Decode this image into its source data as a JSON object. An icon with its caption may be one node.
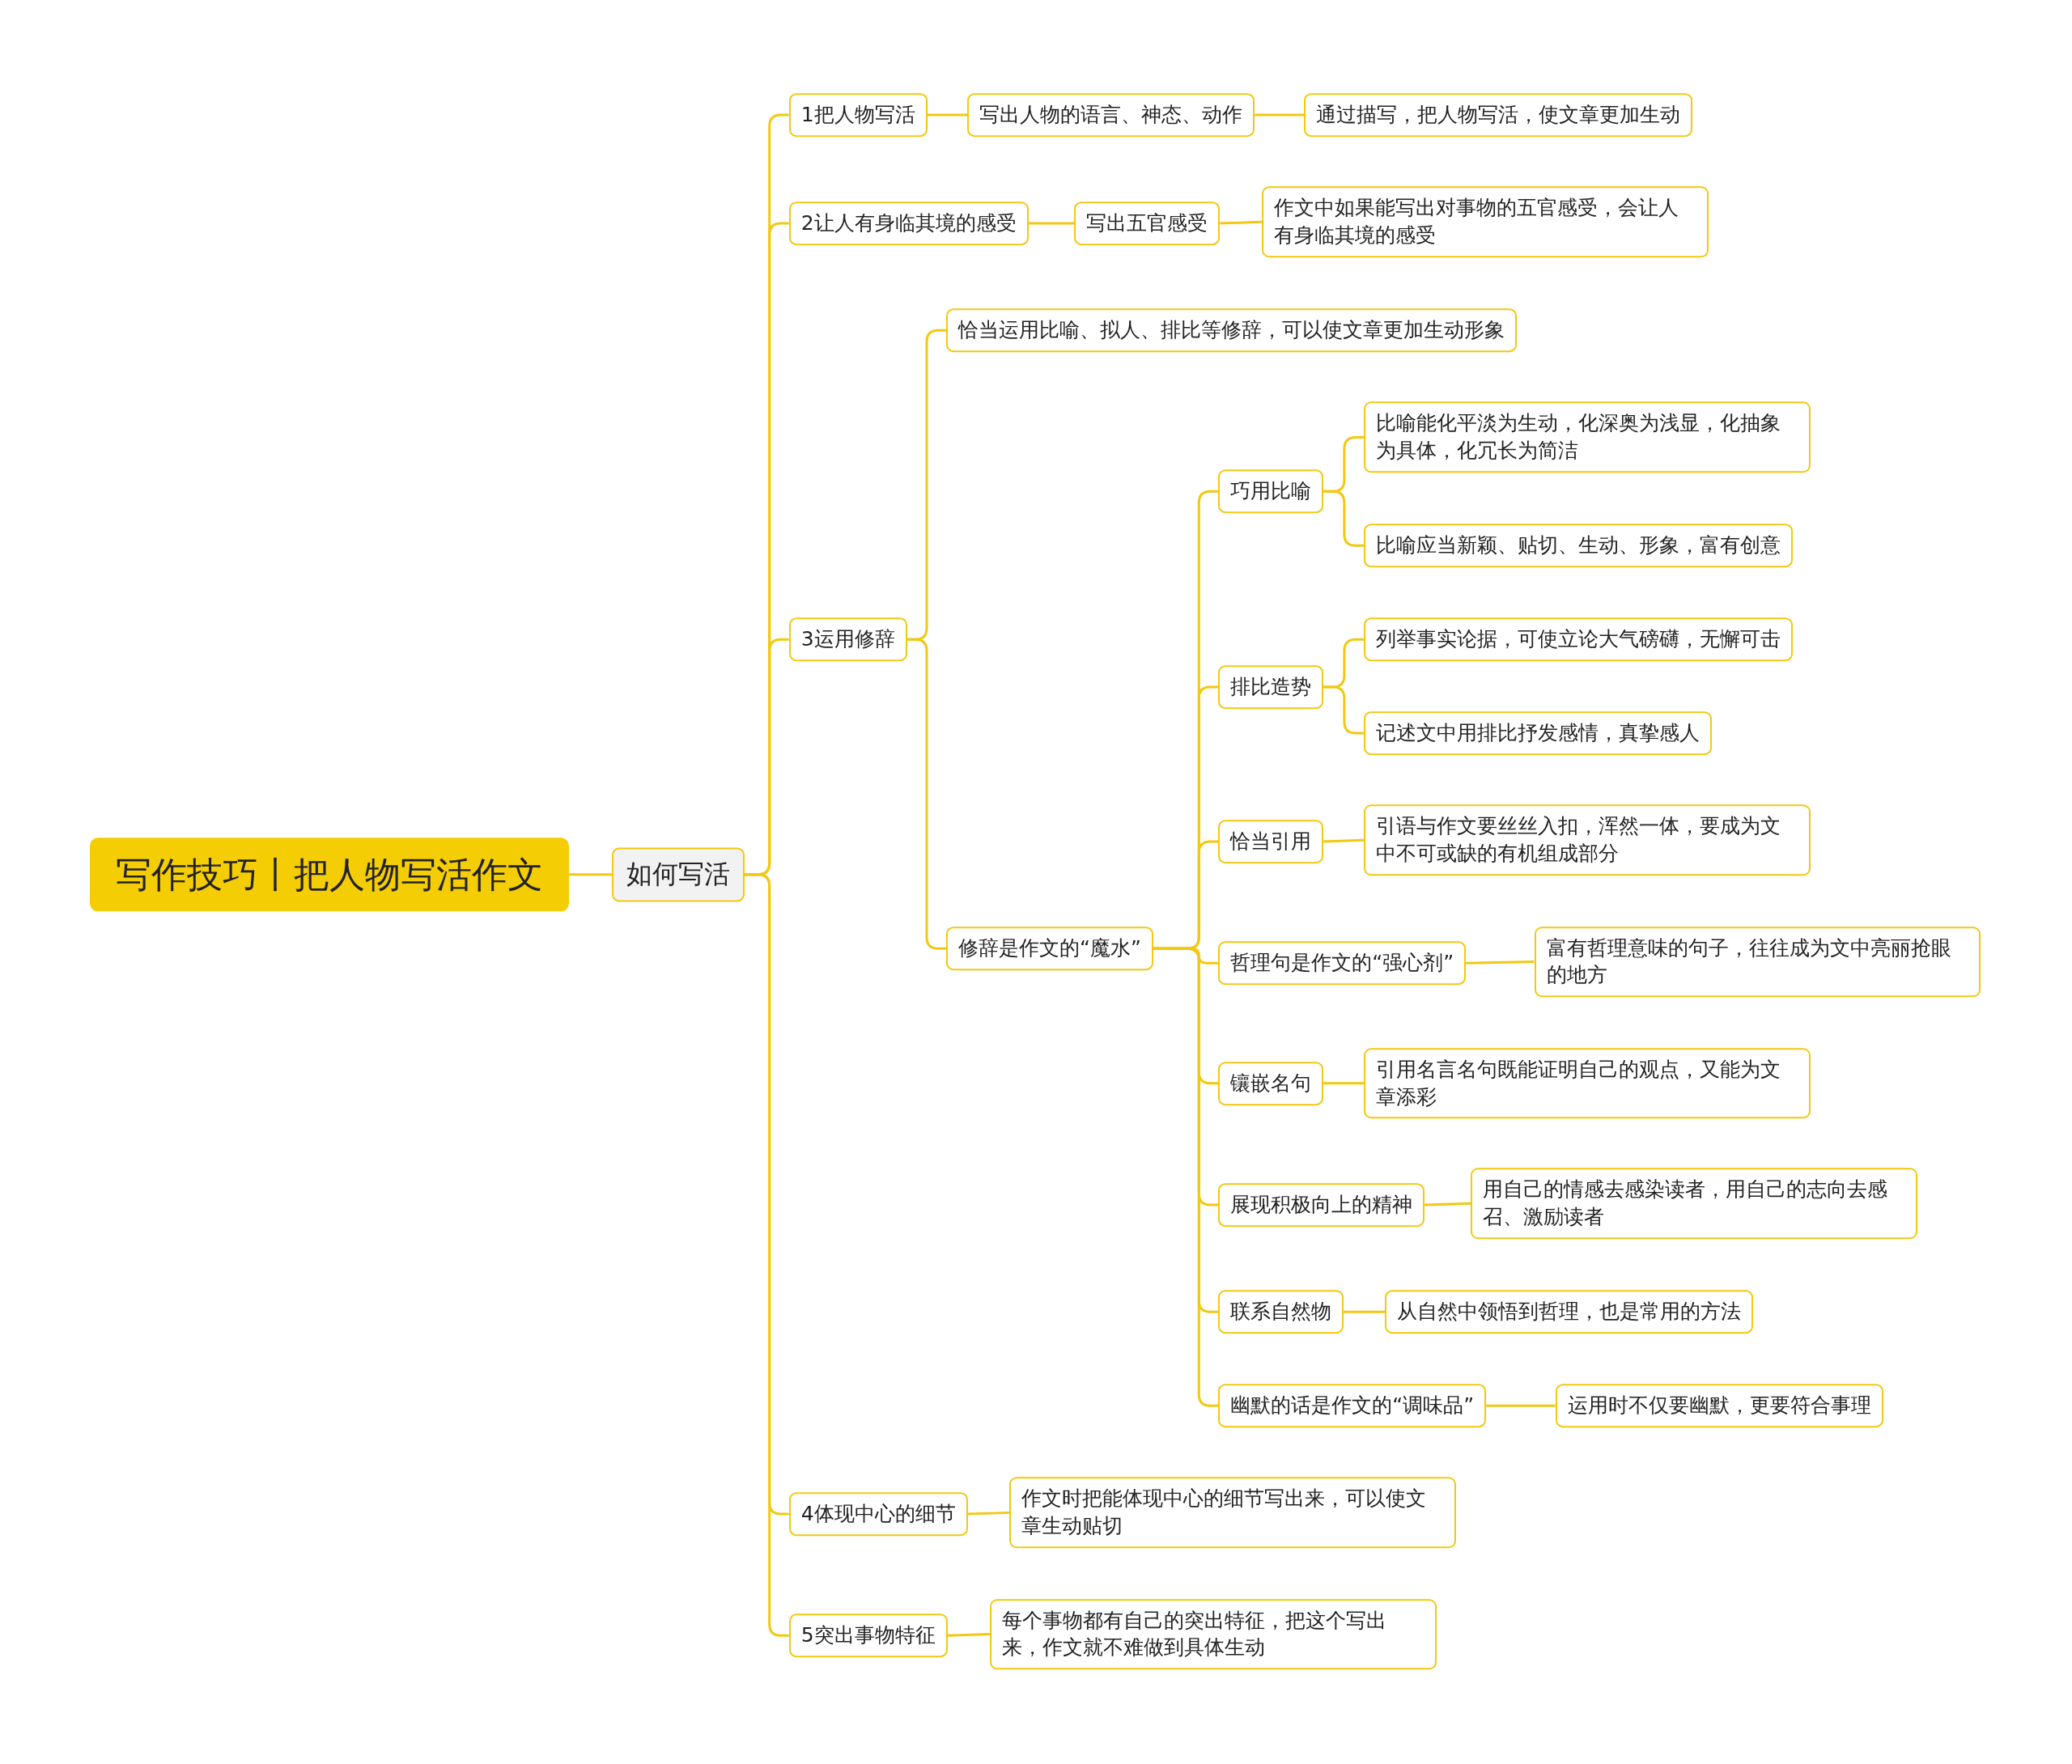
{
  "diagram": {
    "nodes": [
      {
        "text": [
          "写作技巧丨把人物写活作文"
        ]
      },
      {
        "text": [
          "如何写活"
        ]
      },
      {
        "text": [
          "1把人物写活"
        ]
      },
      {
        "text": [
          "写出人物的语言、神态、动作"
        ]
      },
      {
        "text": [
          "通过描写，把人物写活，使文章更加生动"
        ]
      },
      {
        "text": [
          "2让人有身临其境的感受"
        ]
      },
      {
        "text": [
          "写出五官感受"
        ]
      },
      {
        "text": [
          "作文中如果能写出对事物的五官感受，会让人有身临其境的感受"
        ]
      },
      {
        "text": [
          "3运用修辞"
        ]
      },
      {
        "text": [
          "恰当运用比喻、拟人、排比等修辞，可以使文章更加生动形象"
        ]
      },
      {
        "text": [
          "修辞是作文的“魔水”"
        ]
      },
      {
        "text": [
          "巧用比喻"
        ]
      },
      {
        "text": [
          "比喻能化平淡为生动，化深奥为浅显，化抽象为具体，化冗长为简洁"
        ]
      },
      {
        "text": [
          "比喻应当新颖、贴切、生动、形象，富有创意"
        ]
      },
      {
        "text": [
          "排比造势"
        ]
      },
      {
        "text": [
          "列举事实论据，可使立论大气磅礴，无懈可击"
        ]
      },
      {
        "text": [
          "记述文中用排比抒发感情，真挚感人"
        ]
      },
      {
        "text": [
          "恰当引用"
        ]
      },
      {
        "text": [
          "引语与作文要丝丝入扣，浑然一体，要成为文中不可或缺的有机组成部分"
        ]
      },
      {
        "text": [
          "哲理句是作文的“强心剂”"
        ]
      },
      {
        "text": [
          "富有哲理意味的句子，往往成为文中亮丽抢眼的地方"
        ]
      },
      {
        "text": [
          "镶嵌名句"
        ]
      },
      {
        "text": [
          "引用名言名句既能证明自己的观点，又能为文章添彩"
        ]
      },
      {
        "text": [
          "展现积极向上的精神"
        ]
      },
      {
        "text": [
          "用自己的情感去感染读者，用自己的志向去感召、激励读者"
        ]
      },
      {
        "text": [
          "联系自然物"
        ]
      },
      {
        "text": [
          "从自然中领悟到哲理，也是常用的方法"
        ]
      },
      {
        "text": [
          "幽默的话是作文的“调味品”"
        ]
      },
      {
        "text": [
          "运用时不仅要幽默，更要符合事理"
        ]
      },
      {
        "text": [
          "4体现中心的细节"
        ]
      },
      {
        "text": [
          "作文时把能体现中心的细节写出来，可以使文章生动贴切"
        ]
      },
      {
        "text": [
          "5突出事物特征"
        ]
      },
      {
        "text": [
          "每个事物都有自己的突出特征，把这个写出来，作文就不难做到具体生动"
        ]
      }
    ],
    "edges": [
      {
        "from": 0,
        "to": 1,
        "arrow": "none"
      },
      {
        "from": 1,
        "to": 2,
        "arrow": "none"
      },
      {
        "from": 1,
        "to": 5,
        "arrow": "none"
      },
      {
        "from": 1,
        "to": 8,
        "arrow": "none"
      },
      {
        "from": 1,
        "to": 29,
        "arrow": "none"
      },
      {
        "from": 1,
        "to": 31,
        "arrow": "none"
      },
      {
        "from": 2,
        "to": 3,
        "arrow": "none"
      },
      {
        "from": 3,
        "to": 4,
        "arrow": "none"
      },
      {
        "from": 5,
        "to": 6,
        "arrow": "none"
      },
      {
        "from": 6,
        "to": 7,
        "arrow": "none"
      },
      {
        "from": 8,
        "to": 9,
        "arrow": "none"
      },
      {
        "from": 8,
        "to": 10,
        "arrow": "none"
      },
      {
        "from": 10,
        "to": 11,
        "arrow": "none"
      },
      {
        "from": 10,
        "to": 14,
        "arrow": "none"
      },
      {
        "from": 10,
        "to": 17,
        "arrow": "none"
      },
      {
        "from": 10,
        "to": 19,
        "arrow": "none"
      },
      {
        "from": 10,
        "to": 21,
        "arrow": "none"
      },
      {
        "from": 10,
        "to": 23,
        "arrow": "none"
      },
      {
        "from": 10,
        "to": 25,
        "arrow": "none"
      },
      {
        "from": 10,
        "to": 27,
        "arrow": "none"
      },
      {
        "from": 11,
        "to": 12,
        "arrow": "none"
      },
      {
        "from": 11,
        "to": 13,
        "arrow": "none"
      },
      {
        "from": 14,
        "to": 15,
        "arrow": "none"
      },
      {
        "from": 14,
        "to": 16,
        "arrow": "none"
      },
      {
        "from": 17,
        "to": 18,
        "arrow": "none"
      },
      {
        "from": 19,
        "to": 20,
        "arrow": "none"
      },
      {
        "from": 21,
        "to": 22,
        "arrow": "none"
      },
      {
        "from": 23,
        "to": 24,
        "arrow": "none"
      },
      {
        "from": 25,
        "to": 26,
        "arrow": "none"
      },
      {
        "from": 27,
        "to": 28,
        "arrow": "none"
      },
      {
        "from": 29,
        "to": 30,
        "arrow": "none"
      },
      {
        "from": 31,
        "to": 32,
        "arrow": "none"
      }
    ]
  }
}
